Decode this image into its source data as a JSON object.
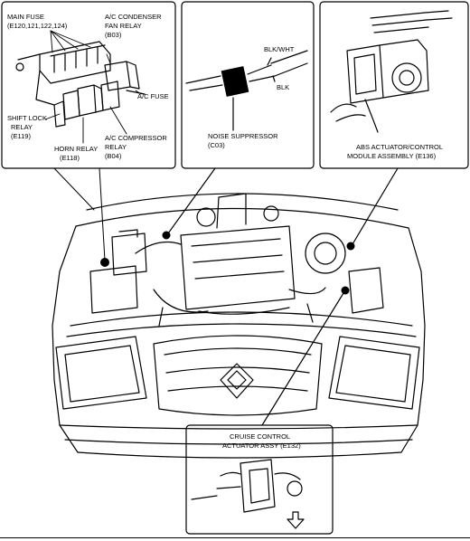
{
  "callouts": {
    "fuse_box": {
      "main_fuse": "MAIN FUSE",
      "main_fuse_ids": "(E120,121,122,124)",
      "ac_condenser": "A/C CONDENSER",
      "fan_relay": "FAN RELAY",
      "fan_relay_id": "(B03)",
      "ac_fuse": "A/C FUSE",
      "shift_lock": "SHIFT LOCK",
      "shift_lock_relay": "RELAY",
      "shift_lock_id": "(E119)",
      "horn_relay": "HORN RELAY",
      "horn_relay_id": "(E118)",
      "ac_compressor": "A/C COMPRESSOR",
      "ac_compressor_relay": "RELAY",
      "ac_compressor_id": "(B04)"
    },
    "noise_suppressor": {
      "wire_top": "BLK/WHT",
      "wire_bottom": "BLK",
      "name": "NOISE SUPPRESSOR",
      "id": "(C03)"
    },
    "abs_module": {
      "line1": "ABS ACTUATOR/CONTROL",
      "line2": "MODULE ASSEMBLY (E136)"
    },
    "cruise_control": {
      "line1": "CRUISE CONTROL",
      "line2": "ACTUATOR ASSY (E132)"
    }
  }
}
